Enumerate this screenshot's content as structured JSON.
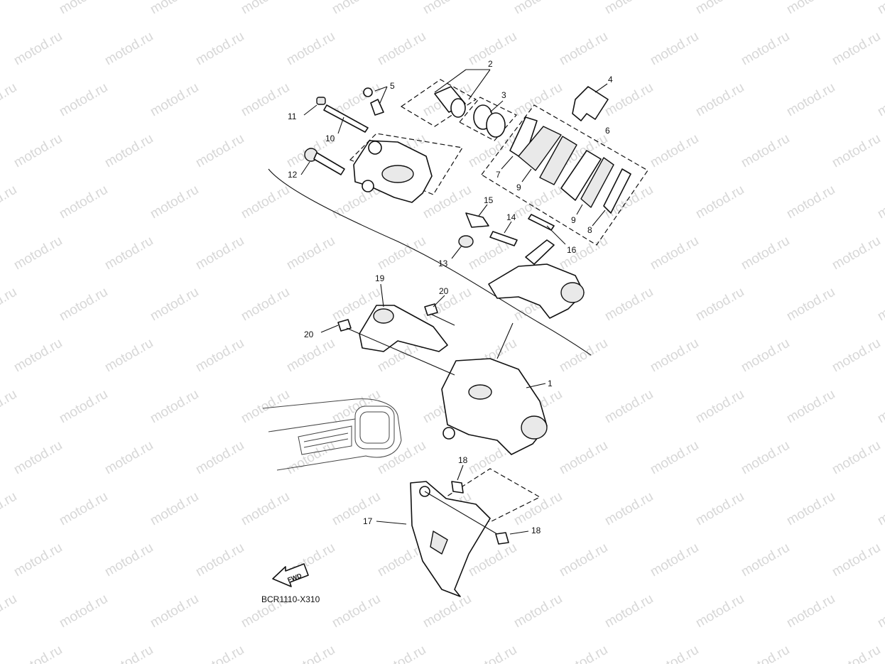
{
  "watermark": "motod.ru",
  "diagram_code": "BCR1110-X310",
  "fwd_label": "FWD",
  "callouts": {
    "c1": "1",
    "c2": "2",
    "c3": "3",
    "c4": "4",
    "c5": "5",
    "c6": "6",
    "c7": "7",
    "c8": "8",
    "c9a": "9",
    "c9b": "9",
    "c10": "10",
    "c11": "11",
    "c12": "12",
    "c13": "13",
    "c14": "14",
    "c15": "15",
    "c16": "16",
    "c17": "17",
    "c18a": "18",
    "c18b": "18",
    "c19": "19",
    "c20a": "20",
    "c20b": "20"
  }
}
